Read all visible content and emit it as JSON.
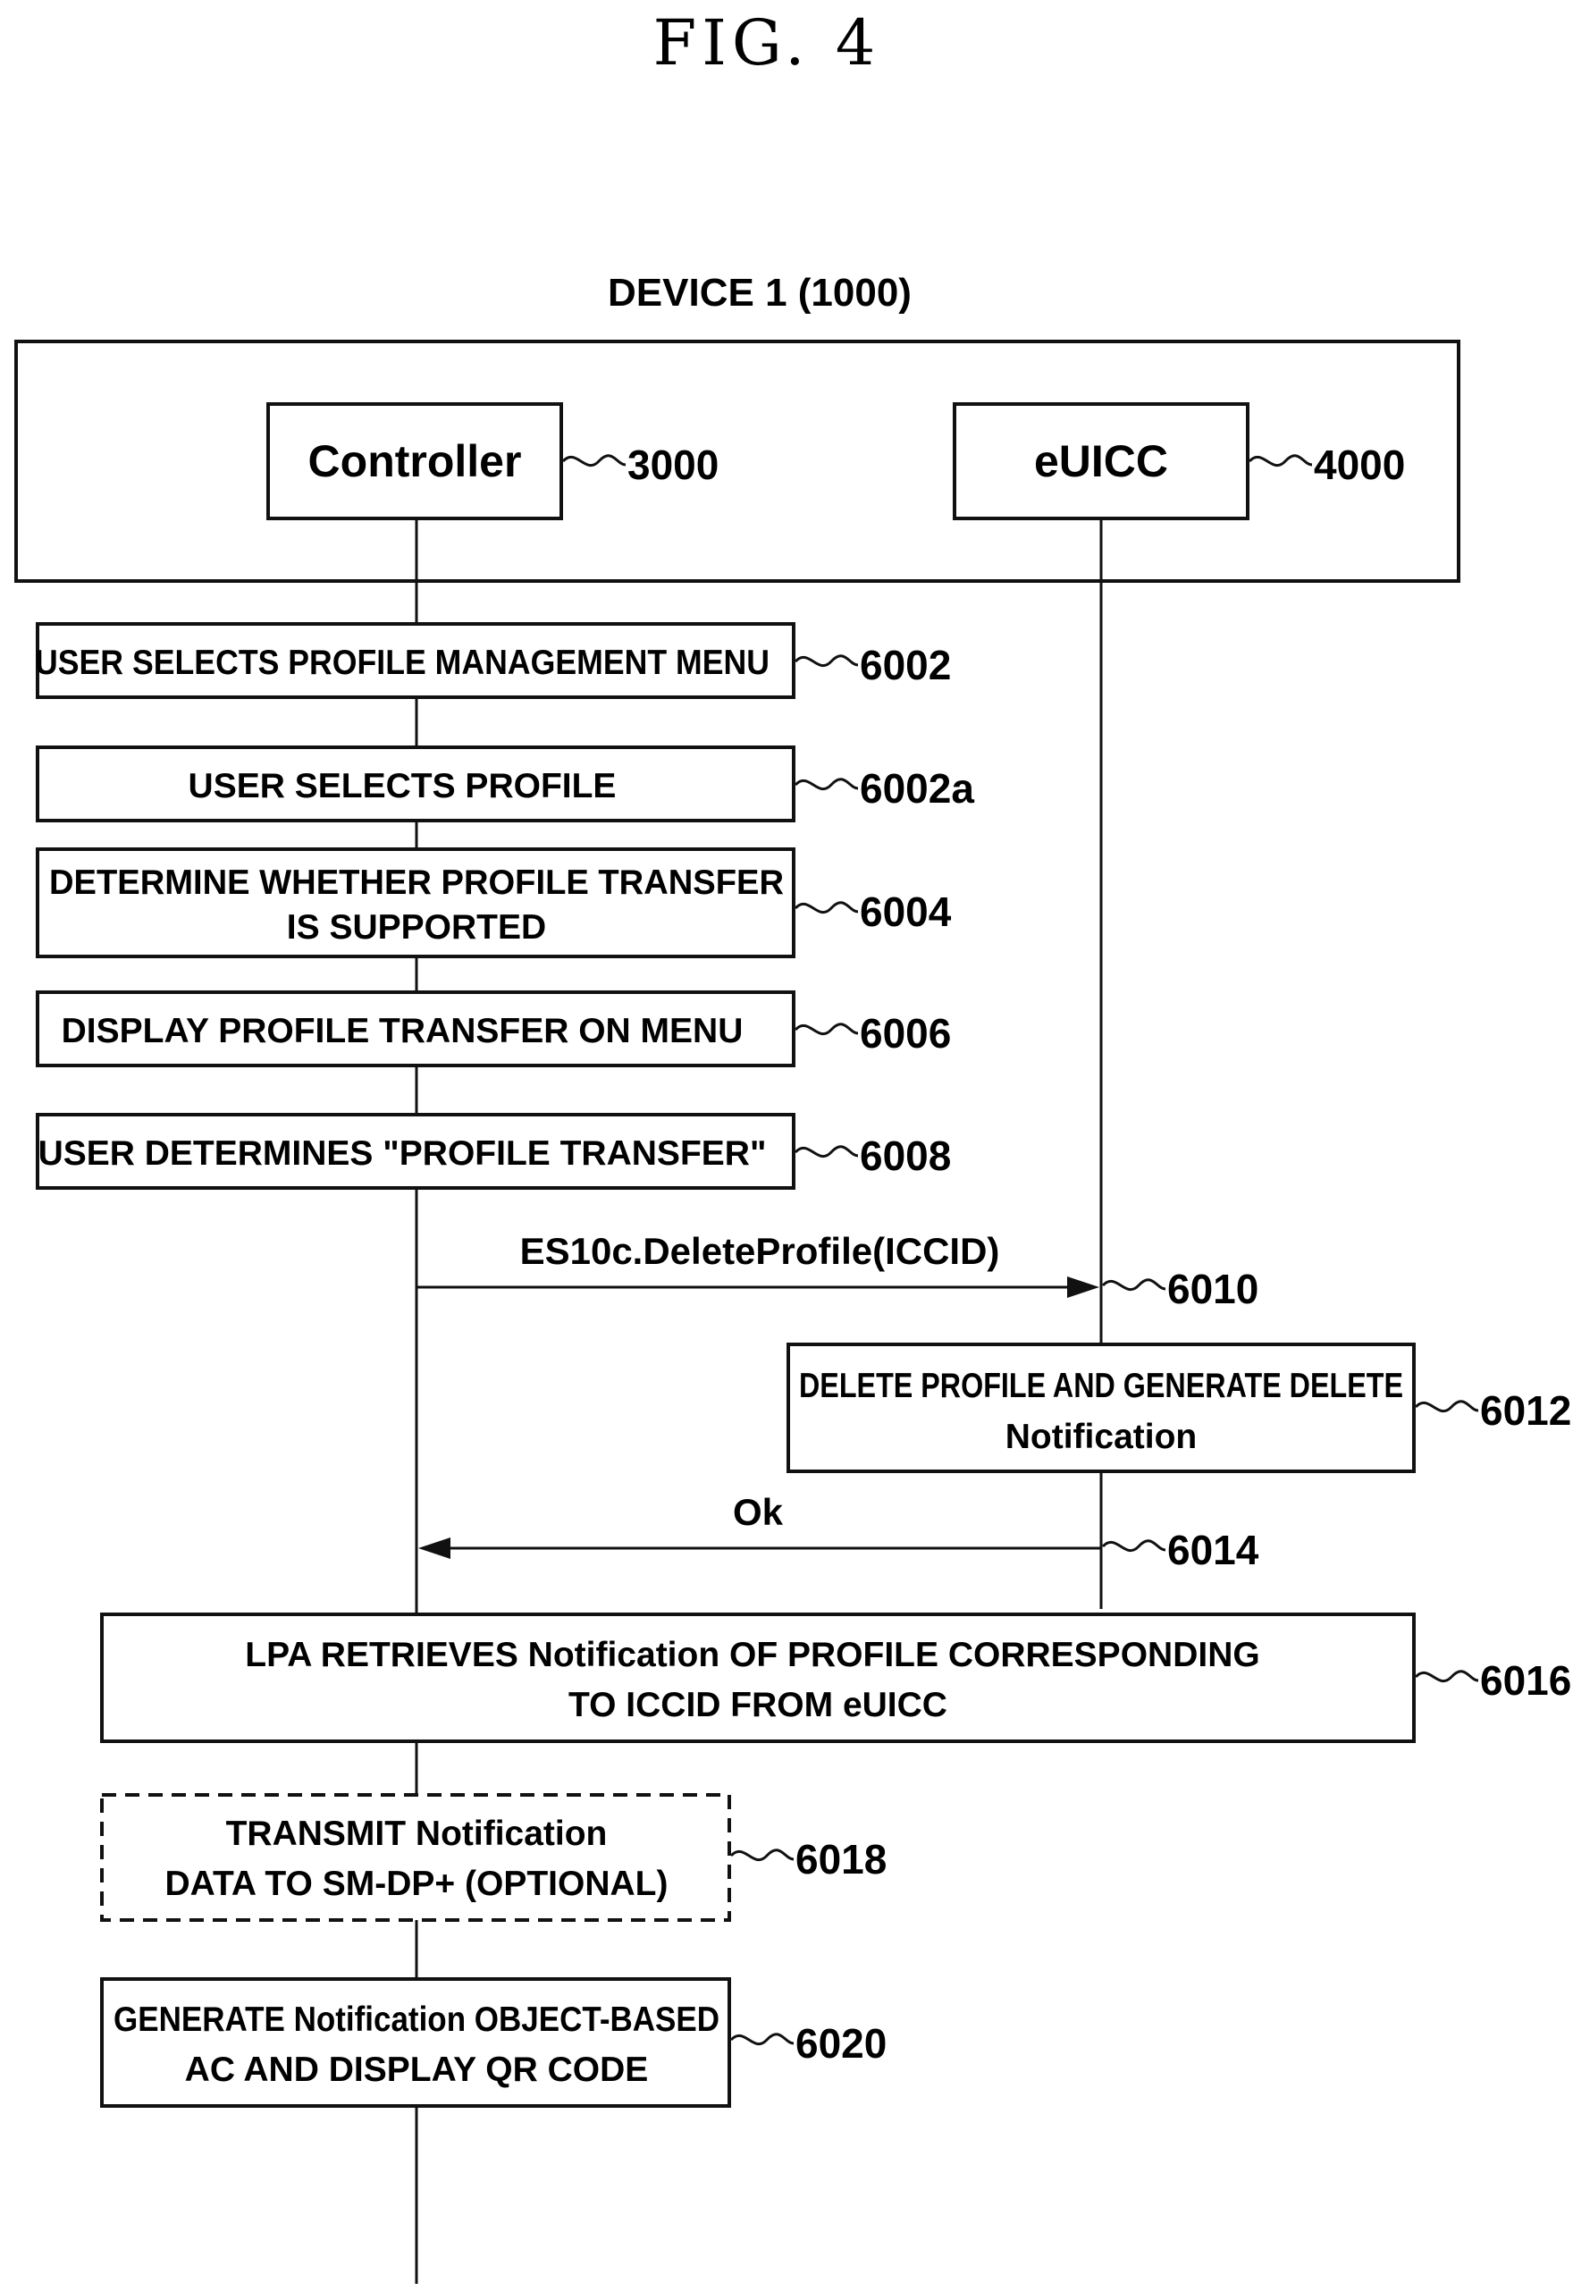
{
  "figure_title": "FIG. 4",
  "device_label": "DEVICE 1 (1000)",
  "components": [
    {
      "label": "Controller",
      "ref": "3000"
    },
    {
      "label": "eUICC",
      "ref": "4000"
    }
  ],
  "steps": [
    {
      "ref": "6002",
      "lines": [
        "USER SELECTS PROFILE MANAGEMENT MENU"
      ],
      "dashed": false
    },
    {
      "ref": "6002a",
      "lines": [
        "USER SELECTS PROFILE"
      ],
      "dashed": false
    },
    {
      "ref": "6004",
      "lines": [
        "DETERMINE WHETHER PROFILE TRANSFER",
        "IS SUPPORTED"
      ],
      "dashed": false
    },
    {
      "ref": "6006",
      "lines": [
        "DISPLAY PROFILE TRANSFER ON MENU"
      ],
      "dashed": false
    },
    {
      "ref": "6008",
      "lines": [
        "USER DETERMINES \"PROFILE TRANSFER\""
      ],
      "dashed": false
    },
    {
      "ref": "6012",
      "lines": [
        "DELETE PROFILE AND GENERATE DELETE",
        "Notification"
      ],
      "dashed": false
    },
    {
      "ref": "6016",
      "lines": [
        "LPA RETRIEVES Notification OF PROFILE CORRESPONDING",
        "TO ICCID FROM eUICC"
      ],
      "dashed": false
    },
    {
      "ref": "6018",
      "lines": [
        "TRANSMIT Notification",
        "DATA TO SM-DP+ (OPTIONAL)"
      ],
      "dashed": true
    },
    {
      "ref": "6020",
      "lines": [
        "GENERATE Notification OBJECT-BASED",
        "AC AND DISPLAY QR CODE"
      ],
      "dashed": false
    }
  ],
  "messages": [
    {
      "ref": "6010",
      "label": "ES10c.DeleteProfile(ICCID)",
      "direction": "controller-to-euicc"
    },
    {
      "ref": "6014",
      "label": "Ok",
      "direction": "euicc-to-controller"
    }
  ]
}
